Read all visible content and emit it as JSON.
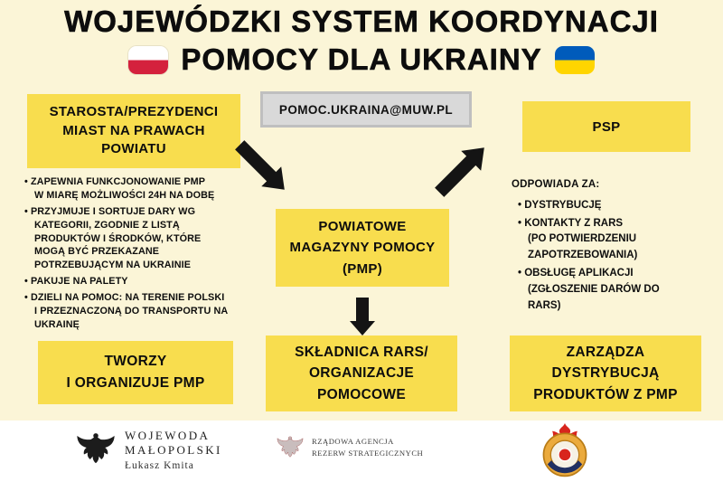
{
  "title": {
    "line1": "WOJEWÓDZKI SYSTEM KOORDYNACJI",
    "line2": "POMOCY DLA UKRAINY"
  },
  "contact_box": {
    "email": "POMOC.UKRAINA@MUW.PL"
  },
  "boxes": {
    "starosta": {
      "lines": [
        "STAROSTA/PREZYDENCI",
        "MIAST NA PRAWACH",
        "POWIATU"
      ]
    },
    "psp": {
      "lines": [
        "PSP"
      ]
    },
    "pmp": {
      "lines": [
        "POWIATOWE",
        "MAGAZYNY POMOCY",
        "(PMP)"
      ]
    },
    "tworzy": {
      "lines": [
        "TWORZY",
        "I ORGANIZUJE PMP"
      ]
    },
    "skladnica": {
      "lines": [
        "SKŁADNICA RARS/",
        "ORGANIZACJE",
        "POMOCOWE"
      ]
    },
    "zarzadza": {
      "lines": [
        "ZARZĄDZA",
        "DYSTRYBUCJĄ",
        "PRODUKTÓW Z PMP"
      ]
    }
  },
  "starosta_duties": [
    "ZAPEWNIA FUNKCJONOWANIE PMP\nW MIARĘ MOŻLIWOŚCI 24H NA DOBĘ",
    "PRZYJMUJE I SORTUJE DARY WG\nKATEGORII, ZGODNIE Z LISTĄ\nPRODUKTÓW I ŚRODKÓW, KTÓRE\nMOGĄ BYĆ PRZEKAZANE\nPOTRZEBUJĄCYM NA UKRAINIE",
    "PAKUJE NA PALETY",
    "DZIELI NA POMOC: NA TERENIE POLSKI\nI PRZEZNACZONĄ DO TRANSPORTU NA\nUKRAINĘ"
  ],
  "psp_duties": {
    "heading": "ODPOWIADA ZA:",
    "items": [
      "DYSTRYBUCJĘ",
      "KONTAKTY Z RARS\n(PO POTWIERDZENIU\nZAPOTRZEBOWANIA)",
      "OBSŁUGĘ APLIKACJI\n(ZGŁOSZENIE DARÓW DO\nRARS)"
    ]
  },
  "footer": {
    "wojewoda": {
      "line1": "WOJEWODA",
      "line2": "MAŁOPOLSKI",
      "name": "Łukasz Kmita"
    },
    "rars": {
      "line1": "RZĄDOWA AGENCJA",
      "line2": "REZERW STRATEGICZNYCH"
    }
  },
  "colors": {
    "background": "#FBF5D7",
    "box_yellow": "#F8DD4E",
    "contact_gray": "#D9D9D9",
    "arrow_black": "#141414",
    "poland_red": "#D4213D",
    "ukraine_blue": "#005BBB",
    "ukraine_yellow": "#FFD500",
    "footer_white": "#FFFFFF"
  }
}
